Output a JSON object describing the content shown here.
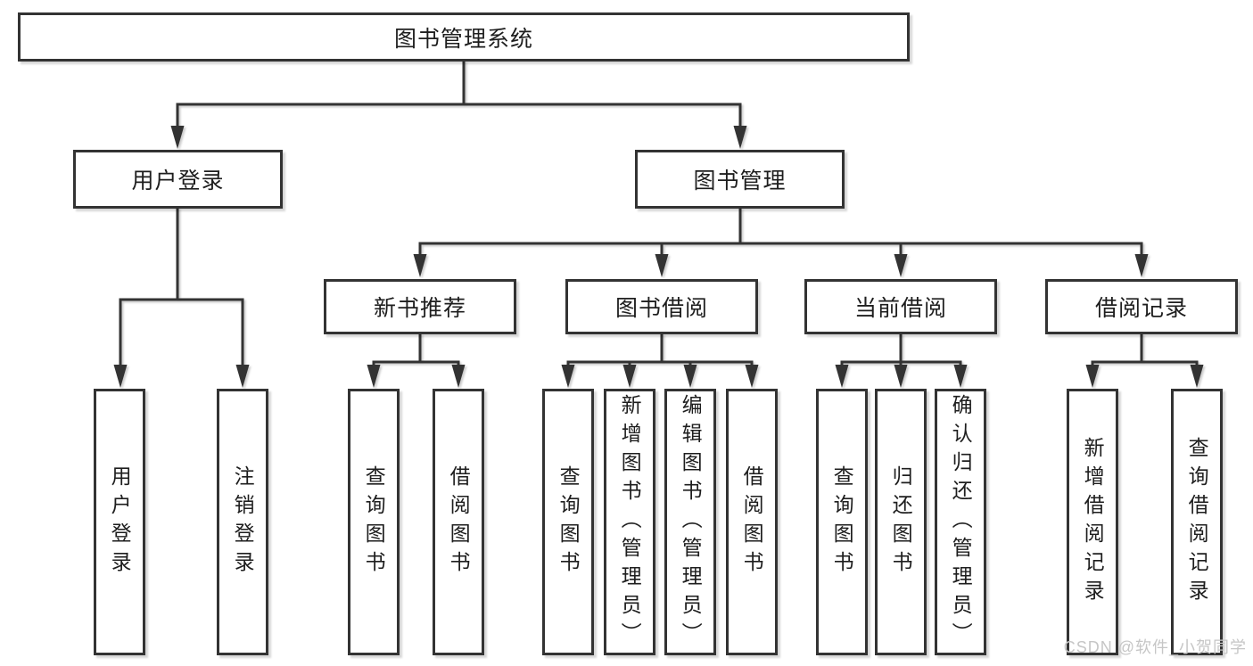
{
  "colors": {
    "background": "#ffffff",
    "line": "#333333",
    "box_border": "#333333",
    "text": "#1e1e1e",
    "watermark": "#c6c6c6"
  },
  "diagram": {
    "root": {
      "label": "图书管理系统"
    },
    "level2": [
      {
        "label": "用户登录"
      },
      {
        "label": "图书管理"
      }
    ],
    "level3": [
      {
        "label": "新书推荐",
        "parent": "图书管理"
      },
      {
        "label": "图书借阅",
        "parent": "图书管理"
      },
      {
        "label": "当前借阅",
        "parent": "图书管理"
      },
      {
        "label": "借阅记录",
        "parent": "图书管理"
      }
    ],
    "leaves": [
      {
        "label": "用户登录",
        "parent": "用户登录"
      },
      {
        "label": "注销登录",
        "parent": "用户登录"
      },
      {
        "label": "查询图书",
        "parent": "新书推荐"
      },
      {
        "label": "借阅图书",
        "parent": "新书推荐"
      },
      {
        "label": "查询图书",
        "parent": "图书借阅"
      },
      {
        "label": "新增图书（管理员）",
        "parent": "图书借阅"
      },
      {
        "label": "编辑图书（管理员）",
        "parent": "图书借阅"
      },
      {
        "label": "借阅图书",
        "parent": "图书借阅"
      },
      {
        "label": "查询图书",
        "parent": "当前借阅"
      },
      {
        "label": "归还图书",
        "parent": "当前借阅"
      },
      {
        "label": "确认归还（管理员）",
        "parent": "当前借阅"
      },
      {
        "label": "新增借阅记录",
        "parent": "借阅记录"
      },
      {
        "label": "查询借阅记录",
        "parent": "借阅记录"
      }
    ]
  },
  "watermark": {
    "text": "CSDN @软件_小贺同学"
  }
}
